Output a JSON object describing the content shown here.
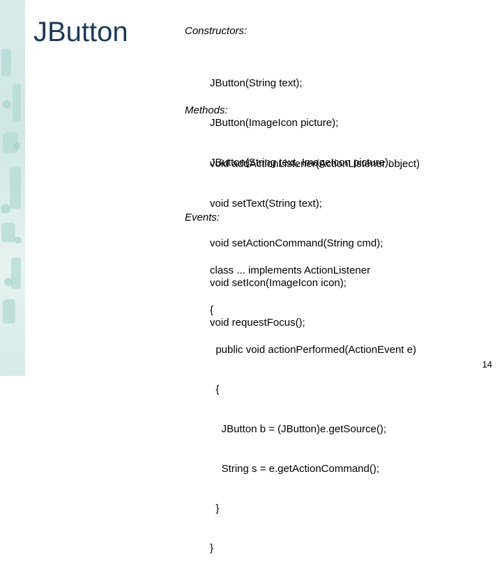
{
  "slide": {
    "title": "JButton",
    "page_number": "14",
    "decor_color": "#cfe7e4",
    "title_color": "#1c3a5a"
  },
  "constructors": {
    "heading": "Constructors:",
    "lines": [
      "JButton(String text);",
      "JButton(ImageIcon picture);",
      "JButton(String text, ImageIcon picture);"
    ]
  },
  "methods": {
    "heading": "Methods:",
    "lines": [
      "void addActionListener(ActionListener object)",
      "void setText(String text);",
      "void setActionCommand(String cmd);",
      "void setIcon(ImageIcon icon);",
      "void requestFocus();"
    ]
  },
  "events": {
    "heading": "Events:",
    "lines": [
      "class ... implements ActionListener",
      "{",
      "  public void actionPerformed(ActionEvent e)",
      "  {",
      "    JButton b = (JButton)e.getSource();",
      "    String s = e.getActionCommand();",
      "  }",
      "}"
    ]
  }
}
